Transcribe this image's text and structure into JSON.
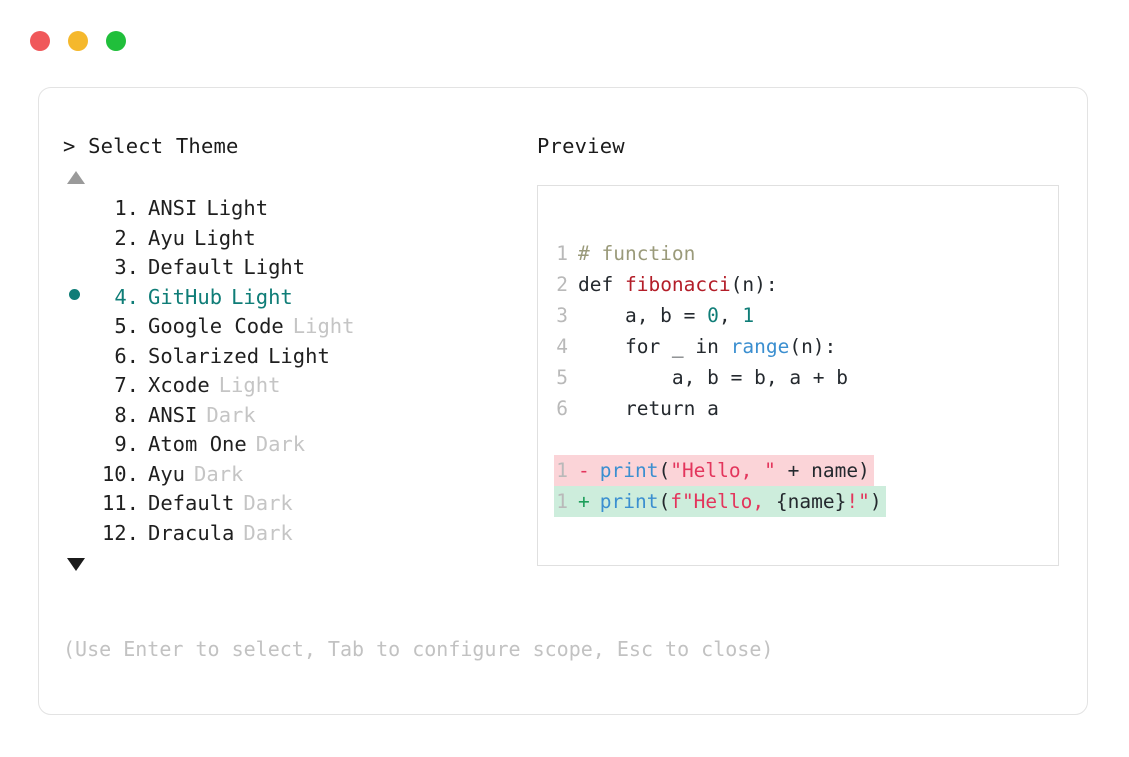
{
  "window": {
    "traffic_lights": [
      {
        "name": "close",
        "color": "#f0585a"
      },
      {
        "name": "minimize",
        "color": "#f5b82c"
      },
      {
        "name": "maximize",
        "color": "#20bf3b"
      }
    ]
  },
  "left_panel": {
    "prompt": "> Select Theme",
    "scroll_up_icon": "triangle-up-icon",
    "scroll_down_icon": "triangle-down-icon",
    "accent_color": "#0f7d77",
    "dim_color": "#c5c5c5",
    "themes": [
      {
        "index": "1.",
        "name": "ANSI",
        "variant": "Light",
        "variant_dim": false,
        "selected": false
      },
      {
        "index": "2.",
        "name": "Ayu",
        "variant": "Light",
        "variant_dim": false,
        "selected": false
      },
      {
        "index": "3.",
        "name": "Default",
        "variant": "Light",
        "variant_dim": false,
        "selected": false
      },
      {
        "index": "4.",
        "name": "GitHub",
        "variant": "Light",
        "variant_dim": false,
        "selected": true
      },
      {
        "index": "5.",
        "name": "Google Code",
        "variant": "Light",
        "variant_dim": true,
        "selected": false
      },
      {
        "index": "6.",
        "name": "Solarized",
        "variant": "Light",
        "variant_dim": false,
        "selected": false
      },
      {
        "index": "7.",
        "name": "Xcode",
        "variant": "Light",
        "variant_dim": true,
        "selected": false
      },
      {
        "index": "8.",
        "name": "ANSI",
        "variant": "Dark",
        "variant_dim": true,
        "selected": false
      },
      {
        "index": "9.",
        "name": "Atom One",
        "variant": "Dark",
        "variant_dim": true,
        "selected": false
      },
      {
        "index": "10.",
        "name": "Ayu",
        "variant": "Dark",
        "variant_dim": true,
        "selected": false
      },
      {
        "index": "11.",
        "name": "Default",
        "variant": "Dark",
        "variant_dim": true,
        "selected": false
      },
      {
        "index": "12.",
        "name": "Dracula",
        "variant": "Dark",
        "variant_dim": true,
        "selected": false
      }
    ]
  },
  "right_panel": {
    "title": "Preview",
    "code_lines": [
      {
        "ln": "1",
        "tokens": [
          {
            "t": "# function",
            "c": "tok-comment"
          }
        ]
      },
      {
        "ln": "2",
        "tokens": [
          {
            "t": "def ",
            "c": "tok-kw"
          },
          {
            "t": "fibonacci",
            "c": "tok-fn"
          },
          {
            "t": "(n):",
            "c": "tok-plain"
          }
        ]
      },
      {
        "ln": "3",
        "tokens": [
          {
            "t": "    a, b = ",
            "c": "tok-plain"
          },
          {
            "t": "0",
            "c": "tok-num"
          },
          {
            "t": ", ",
            "c": "tok-plain"
          },
          {
            "t": "1",
            "c": "tok-num"
          }
        ]
      },
      {
        "ln": "4",
        "tokens": [
          {
            "t": "    for _ in ",
            "c": "tok-plain"
          },
          {
            "t": "range",
            "c": "tok-builtin"
          },
          {
            "t": "(n):",
            "c": "tok-plain"
          }
        ]
      },
      {
        "ln": "5",
        "tokens": [
          {
            "t": "        a, b = b, a + b",
            "c": "tok-plain"
          }
        ]
      },
      {
        "ln": "6",
        "tokens": [
          {
            "t": "    return a",
            "c": "tok-plain"
          }
        ]
      }
    ],
    "diff_lines": [
      {
        "ln": "1",
        "sign": "-",
        "kind": "del",
        "tokens": [
          {
            "t": "print",
            "c": "tok-builtin"
          },
          {
            "t": "(",
            "c": "tok-plain"
          },
          {
            "t": "\"Hello, \"",
            "c": "tok-str"
          },
          {
            "t": " + name)",
            "c": "tok-plain"
          }
        ]
      },
      {
        "ln": "1",
        "sign": "+",
        "kind": "add",
        "tokens": [
          {
            "t": "print",
            "c": "tok-builtin"
          },
          {
            "t": "(",
            "c": "tok-plain"
          },
          {
            "t": "f\"Hello, ",
            "c": "tok-str"
          },
          {
            "t": "{name}",
            "c": "tok-plain"
          },
          {
            "t": "!\"",
            "c": "tok-str"
          },
          {
            "t": ")",
            "c": "tok-plain"
          }
        ]
      }
    ],
    "diff_del_bg": "#fbd4d8",
    "diff_add_bg": "#cdeddc"
  },
  "footer": {
    "hint": "(Use Enter to select, Tab to configure scope, Esc to close)"
  }
}
